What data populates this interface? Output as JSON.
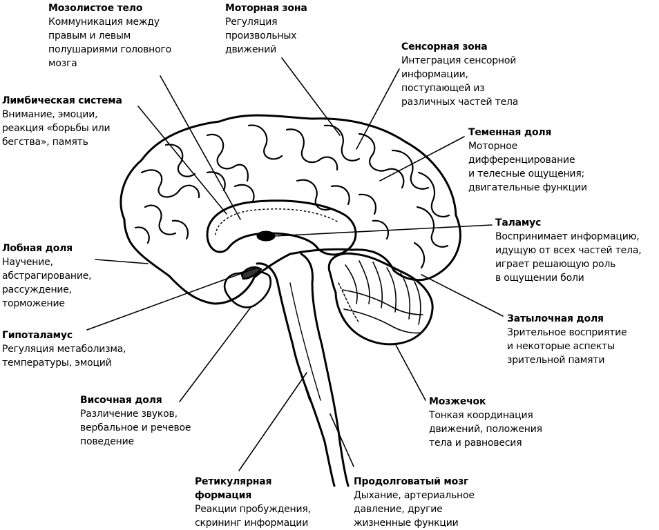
{
  "labels": {
    "corpus_callosum": {
      "title": "Мозолистое тело",
      "desc": "Коммуникация между\nправым и левым\nполушариями головного\nмозга"
    },
    "motor_zone": {
      "title": "Моторная зона",
      "desc": "Регуляция\nпроизвольных\nдвижений"
    },
    "sensory_zone": {
      "title": "Сенсорная зона",
      "desc": "Интеграция сенсорной\nинформации,\nпоступающей из\nразличных частей тела"
    },
    "limbic_system": {
      "title": "Лимбическая система",
      "desc": "Внимание, эмоции,\nреакция «борьбы или\nбегства», память"
    },
    "parietal_lobe": {
      "title": "Теменная доля",
      "desc": "Моторное\nдифференцирование\nи телесные ощущения;\nдвигательные функции"
    },
    "thalamus": {
      "title": "Таламус",
      "desc": "Воспринимает информацию,\nидущую от всех частей тела,\nиграет решающую роль\nв ощущении боли"
    },
    "frontal_lobe": {
      "title": "Лобная доля",
      "desc": "Научение,\nабстрагирование,\nрассуждение,\nторможение"
    },
    "occipital_lobe": {
      "title": "Затылочная доля",
      "desc": "Зрительное восприятие\nи некоторые аспекты\nзрительной памяти"
    },
    "hypothalamus": {
      "title": "Гипоталамус",
      "desc": "Регуляция метаболизма,\nтемпературы, эмоций"
    },
    "temporal_lobe": {
      "title": "Височная доля",
      "desc": "Различение звуков,\nвербальное и речевое\nповедение"
    },
    "cerebellum": {
      "title": "Мозжечок",
      "desc": "Тонкая координация\nдвижений, положения\nтела и равновесия"
    },
    "reticular_formation": {
      "title": "Ретикулярная\nформация",
      "desc": "Реакции пробуждения,\nскрининг информации"
    },
    "medulla": {
      "title": "Продолговатый мозг",
      "desc": "Дыхание, артериальное\nдавление, другие\nжизненные функции"
    }
  }
}
